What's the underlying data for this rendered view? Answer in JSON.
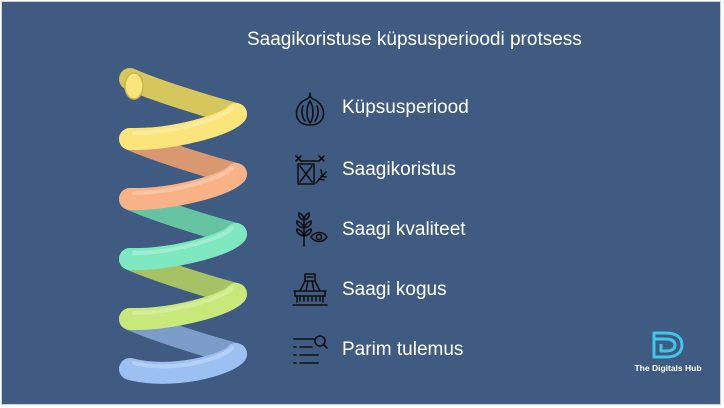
{
  "title": "Saagikoristuse küpsusperioodi protsess",
  "steps": [
    {
      "label": "Küpsusperiood",
      "icon": "fig-fruit-icon",
      "color": "#fbe57a"
    },
    {
      "label": "Saagikoristus",
      "icon": "harvest-tools-icon",
      "color": "#f8b286"
    },
    {
      "label": "Saagi kvaliteet",
      "icon": "plant-eye-icon",
      "color": "#7ee8c1"
    },
    {
      "label": "Saagi kogus",
      "icon": "harvester-machine-icon",
      "color": "#c8e87a"
    },
    {
      "label": "Parim tulemus",
      "icon": "checklist-search-icon",
      "color": "#9cc0f2"
    }
  ],
  "logo": {
    "text": "The Digitals Hub",
    "color": "#3ec7e6"
  }
}
